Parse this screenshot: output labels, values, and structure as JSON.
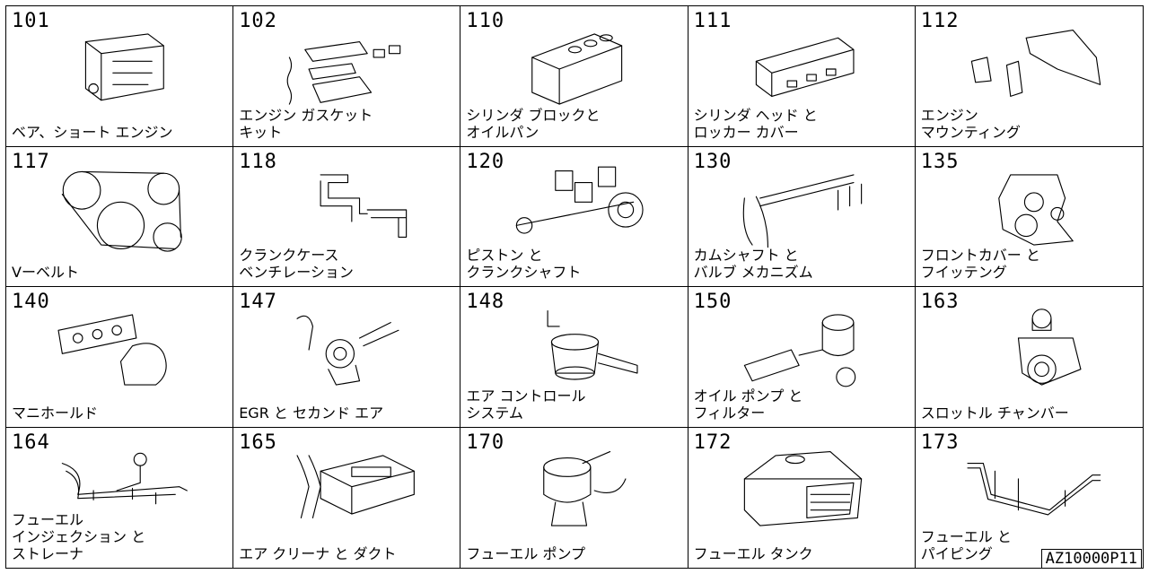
{
  "panels": [
    {
      "number": "101",
      "lines": [
        "ベア、ショート エンジン"
      ],
      "icon": "engine-block-icon"
    },
    {
      "number": "102",
      "lines": [
        "エンジン ガスケット",
        "キット"
      ],
      "icon": "gasket-kit-icon"
    },
    {
      "number": "110",
      "lines": [
        "シリンダ ブロックと",
        "オイルパン"
      ],
      "icon": "cylinder-block-icon"
    },
    {
      "number": "111",
      "lines": [
        "シリンダ ヘッド と",
        "ロッカー カバー"
      ],
      "icon": "cylinder-head-icon"
    },
    {
      "number": "112",
      "lines": [
        "エンジン",
        "マウンティング"
      ],
      "icon": "engine-mount-icon"
    },
    {
      "number": "117",
      "lines": [
        "Vーベルト"
      ],
      "icon": "v-belt-icon"
    },
    {
      "number": "118",
      "lines": [
        "クランクケース",
        "ベンチレーション"
      ],
      "icon": "crankcase-hose-icon"
    },
    {
      "number": "120",
      "lines": [
        "ピストン と",
        "クランクシャフト"
      ],
      "icon": "piston-crankshaft-icon"
    },
    {
      "number": "130",
      "lines": [
        "カムシャフト と",
        "バルブ メカニズム"
      ],
      "icon": "camshaft-icon"
    },
    {
      "number": "135",
      "lines": [
        "フロントカバー と",
        "フイッテング"
      ],
      "icon": "front-cover-icon"
    },
    {
      "number": "140",
      "lines": [
        "マニホールド"
      ],
      "icon": "manifold-icon"
    },
    {
      "number": "147",
      "lines": [
        "EGR と セカンド エア"
      ],
      "icon": "egr-valve-icon"
    },
    {
      "number": "148",
      "lines": [
        "エア コントロール",
        "システム"
      ],
      "icon": "air-control-icon"
    },
    {
      "number": "150",
      "lines": [
        "オイル ポンプ と",
        "フィルター"
      ],
      "icon": "oil-pump-filter-icon"
    },
    {
      "number": "163",
      "lines": [
        "スロットル チャンバー"
      ],
      "icon": "throttle-chamber-icon"
    },
    {
      "number": "164",
      "lines": [
        "フューエル",
        "インジェクション と",
        "ストレーナ"
      ],
      "icon": "fuel-injection-icon"
    },
    {
      "number": "165",
      "lines": [
        "エア クリーナ と ダクト"
      ],
      "icon": "air-cleaner-icon"
    },
    {
      "number": "170",
      "lines": [
        "フューエル ポンプ"
      ],
      "icon": "fuel-pump-icon"
    },
    {
      "number": "172",
      "lines": [
        "フューエル タンク"
      ],
      "icon": "fuel-tank-icon"
    },
    {
      "number": "173",
      "lines": [
        "フューエル と",
        "パイピング"
      ],
      "icon": "fuel-piping-icon"
    }
  ],
  "diagram_code": "AZ10000P11"
}
